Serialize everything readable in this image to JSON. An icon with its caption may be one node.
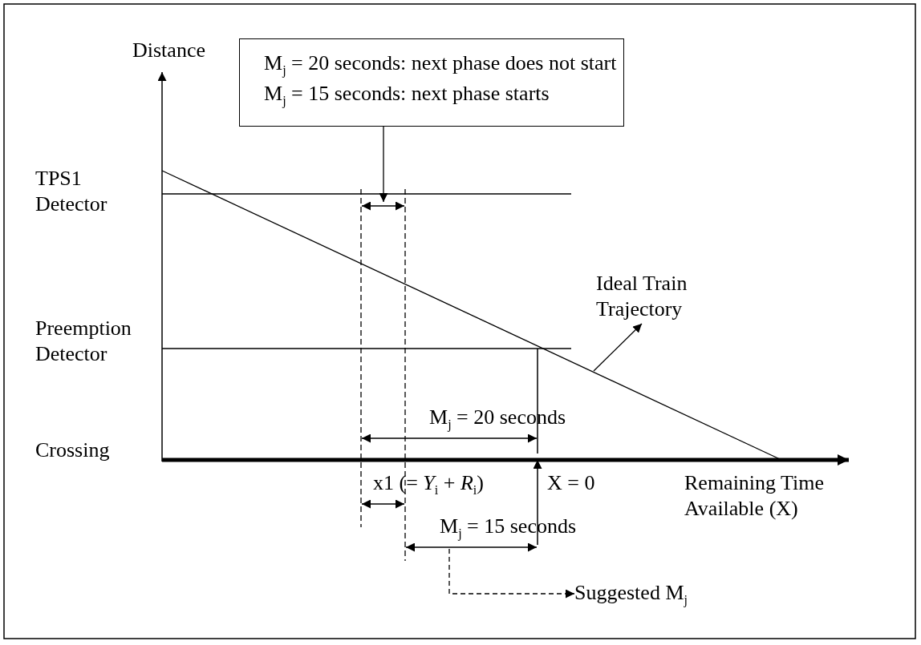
{
  "diagram": {
    "nodes": [
      {
        "text": [
          "M$_{j}$ = 20 seconds: next phase does not start",
          "M$_{j}$ = 15 seconds: next phase starts"
        ]
      },
      {
        "text": [
          "Ideal Train Trajectory"
        ]
      },
      {
        "text": [
          "Suggested M$_{j}$"
        ]
      }
    ],
    "edges": [
      {
        "from": 0,
        "to": null,
        "arrow": "to"
      },
      {
        "from": null,
        "to": 1,
        "arrow": "to"
      },
      {
        "from": null,
        "to": 2,
        "arrow": "to",
        "style": "dashed"
      }
    ],
    "labels": [
      "Distance",
      "TPS1 Detector",
      "Preemption Detector",
      "Crossing",
      "M$_{j}$ = 20 seconds",
      "x1 (= *Y*$_{i}$ + *R*$_{i}$)",
      "X = 0",
      "Remaining Time Available (X)",
      "M$_{j}$ = 15 seconds"
    ]
  }
}
